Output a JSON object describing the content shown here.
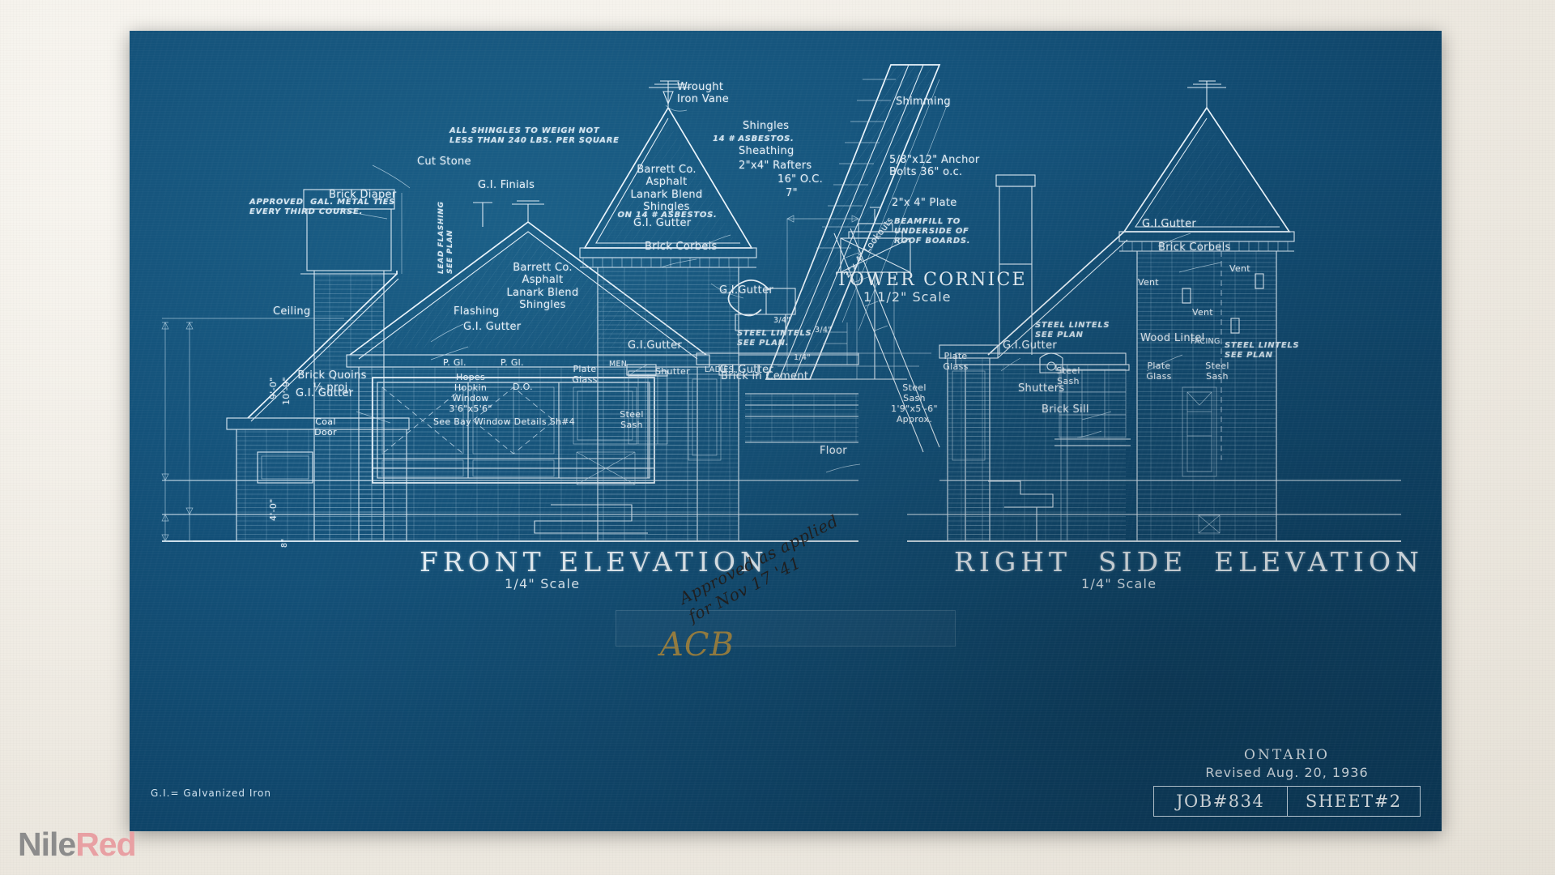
{
  "document": {
    "type": "architectural-blueprint",
    "legend": "G.I.= Galvanized Iron"
  },
  "title_block": {
    "place": "ONTARIO",
    "revised": "Revised  Aug. 20, 1936",
    "job": "JOB#834",
    "sheet": "SHEET#2"
  },
  "approval": {
    "text": "Approved as applied\nfor  Nov 17 '41",
    "signature": "ACB"
  },
  "views": [
    {
      "name": "front",
      "title": "FRONT ELEVATION",
      "scale": "1/4\" Scale"
    },
    {
      "name": "right",
      "title": "RIGHT  SIDE  ELEVATION",
      "scale": "1/4\" Scale"
    }
  ],
  "detail": {
    "title": "TOWER CORNICE",
    "scale": "1 1/2\" Scale"
  },
  "notes": {
    "shingle_weight": "ALL SHINGLES TO WEIGH NOT\nLESS THAN 240 LBS. PER SQUARE",
    "metal_ties": "APPROVED  GAL. METAL TIES\nEVERY THIRD COURSE.",
    "flashing_vertical": "LEAD FLASHING\nSEE PLAN"
  },
  "labels_front": [
    {
      "id": "wrought-iron-vane",
      "text": "Wrought\nIron Vane"
    },
    {
      "id": "cut-stone",
      "text": "Cut Stone"
    },
    {
      "id": "brick-diaper",
      "text": "Brick Diaper"
    },
    {
      "id": "gi-finials",
      "text": "G.I. Finials"
    },
    {
      "id": "barrett-left",
      "text": "Barrett Co.\nAsphalt\nLanark Blend\nShingles"
    },
    {
      "id": "barrett-tower",
      "text": "Barrett Co.\nAsphalt\nLanark Blend\nShingles"
    },
    {
      "id": "on-asbestos",
      "text": "ON 14 # ASBESTOS."
    },
    {
      "id": "gi-gutter-tower",
      "text": "G.I. Gutter"
    },
    {
      "id": "brick-corbels-front",
      "text": "Brick Corbels"
    },
    {
      "id": "flashing",
      "text": "Flashing"
    },
    {
      "id": "gi-gutter-front",
      "text": "G.I. Gutter"
    },
    {
      "id": "gi-gutter-bay",
      "text": "G.I.Gutter"
    },
    {
      "id": "gi-gutter-left",
      "text": "G.I. Gutter"
    },
    {
      "id": "gi-gutter-center",
      "text": "G.I.Gutter"
    },
    {
      "id": "gi-gutter-tower-low",
      "text": "G.I.Gutter"
    },
    {
      "id": "ceiling",
      "text": "Ceiling"
    },
    {
      "id": "brick-quoins",
      "text": "Brick Quoins\n½ proj."
    },
    {
      "id": "coal-door",
      "text": "Coal\nDoor"
    },
    {
      "id": "dim-9-0",
      "text": "9'-0\""
    },
    {
      "id": "dim-10-9",
      "text": "10'-9\""
    },
    {
      "id": "dim-4-0",
      "text": "4'-0\""
    },
    {
      "id": "dim-8in",
      "text": "8\""
    },
    {
      "id": "p-gl-left",
      "text": "P. Gl."
    },
    {
      "id": "p-gl-right",
      "text": "P. Gl."
    },
    {
      "id": "hopes-window",
      "text": "Hopes\nHopkin\nWindow\n3'6\"x5'6\""
    },
    {
      "id": "d-o",
      "text": "D.O."
    },
    {
      "id": "plate-glass-front",
      "text": "Plate\nGlass"
    },
    {
      "id": "bay-window-details",
      "text": "See Bay Window Details Sh#4"
    },
    {
      "id": "men-sign",
      "text": "MEN"
    },
    {
      "id": "ladies-sign",
      "text": "LADIES"
    },
    {
      "id": "steel-sash-front",
      "text": "Steel\nSash"
    },
    {
      "id": "shutter-front",
      "text": "Shutter"
    },
    {
      "id": "brick-in-cement",
      "text": "Brick in Cement"
    },
    {
      "id": "steel-lintels-front",
      "text": "STEEL LINTELS\nSEE PLAN."
    },
    {
      "id": "floor",
      "text": "Floor"
    }
  ],
  "labels_detail": [
    {
      "id": "shimming",
      "text": "Shimming"
    },
    {
      "id": "shingles",
      "text": "Shingles"
    },
    {
      "id": "asbestos-14",
      "text": "14 # ASBESTOS."
    },
    {
      "id": "sheathing",
      "text": "Sheathing"
    },
    {
      "id": "rafters",
      "text": "2\"x4\" Rafters"
    },
    {
      "id": "rafters-oc",
      "text": "16\" O.C."
    },
    {
      "id": "dim-7in",
      "text": "7\""
    },
    {
      "id": "anchor-bolts",
      "text": "5/8\"x12\" Anchor\nBolts 36\" o.c."
    },
    {
      "id": "plate-2x4",
      "text": "2\"x 4\" Plate"
    },
    {
      "id": "beamfill",
      "text": "BEAMFILL TO\nUNDERSIDE OF\nROOF BOARDS."
    },
    {
      "id": "lookouts",
      "text": "2\"x 4\" Lookouts"
    },
    {
      "id": "dim-3-4-a",
      "text": "3/4\""
    },
    {
      "id": "dim-1-4",
      "text": "1/4\""
    },
    {
      "id": "dim-3-4-b",
      "text": "3/4\""
    }
  ],
  "labels_right": [
    {
      "id": "gi-gutter-r-tower",
      "text": "G.I.Gutter"
    },
    {
      "id": "brick-corbels-right",
      "text": "Brick Corbels"
    },
    {
      "id": "vent-1",
      "text": "Vent"
    },
    {
      "id": "vent-2",
      "text": "Vent"
    },
    {
      "id": "vent-3",
      "text": "Vent"
    },
    {
      "id": "steel-lintels-right-a",
      "text": "STEEL LINTELS\nSEE PLAN"
    },
    {
      "id": "steel-lintels-right-b",
      "text": "STEEL LINTELS\nSEE PLAN"
    },
    {
      "id": "wood-lintel",
      "text": "Wood Lintel"
    },
    {
      "id": "facing",
      "text": "FACING"
    },
    {
      "id": "gi-gutter-right",
      "text": "G.I.Gutter"
    },
    {
      "id": "plate-glass-right",
      "text": "Plate\nGlass"
    },
    {
      "id": "steel-sash-right-dim",
      "text": "Steel\nSash\n1'9\"x5'-6\"\nApprox."
    },
    {
      "id": "steel-sash-right",
      "text": "Steel\nSash"
    },
    {
      "id": "shutters-right",
      "text": "Shutters"
    },
    {
      "id": "brick-sill",
      "text": "Brick Sill"
    },
    {
      "id": "plate-glass-r2",
      "text": "Plate\nGlass"
    },
    {
      "id": "steel-sash-r2",
      "text": "Steel\nSash"
    }
  ],
  "watermark": {
    "part_a": "Nile",
    "part_b": "Red"
  },
  "colors": {
    "blueprint_bg": "#14527a",
    "ink": "#e4eef6",
    "paper": "#efebe3",
    "watermark_a": "#8c8c8c",
    "watermark_b": "#e8a0a3"
  }
}
